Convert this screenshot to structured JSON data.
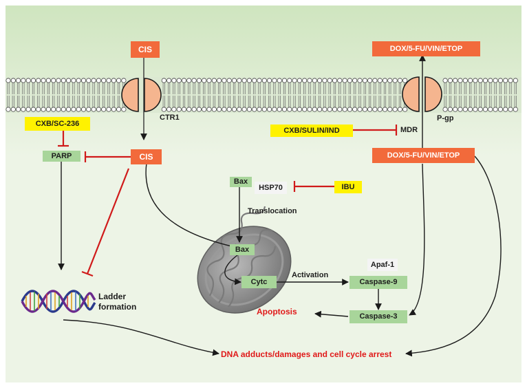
{
  "colors": {
    "background_bottom": "#edf4e6",
    "background_top": "#cfe5bf",
    "drug_box": "#f26a3b",
    "protein_box": "#a8d59a",
    "inhibitor_box": "#fff200",
    "inhibition_line": "#d01a1a",
    "outcome_text": "#e01919",
    "transporter_fill": "#f5b58f",
    "mitochondrion": "#8c8c8c"
  },
  "icons": {
    "membrane": "lipid-bilayer-icon",
    "transporters": "transporter-channel-icon",
    "dna": "dna-helix-icon",
    "mitochondrion": "mitochondrion-icon"
  },
  "labels": {
    "cis_top": "CIS",
    "cis_inside": "CIS",
    "ctr1": "CTR1",
    "dox_top": "DOX/5-FU/VIN/ETOP",
    "dox_inside": "DOX/5-FU/VIN/ETOP",
    "pgp": "P-gp",
    "cxb_sc236": "CXB/SC-236",
    "parp": "PARP",
    "cxb_sulin_ind": "CXB/SULIN/IND",
    "mdr": "MDR",
    "bax_top": "Bax",
    "hsp70": "HSP70",
    "ibu": "IBU",
    "translocation": "Translocation",
    "bax_mito": "Bax",
    "cytc": "Cytc",
    "activation": "Activation",
    "apaf1": "Apaf-1",
    "caspase9": "Caspase-9",
    "caspase3": "Caspase-3",
    "apoptosis": "Apoptosis",
    "ladder_line1": "Ladder",
    "ladder_line2": "formation",
    "dna_outcome": "DNA adducts/damages and cell cycle arrest"
  }
}
